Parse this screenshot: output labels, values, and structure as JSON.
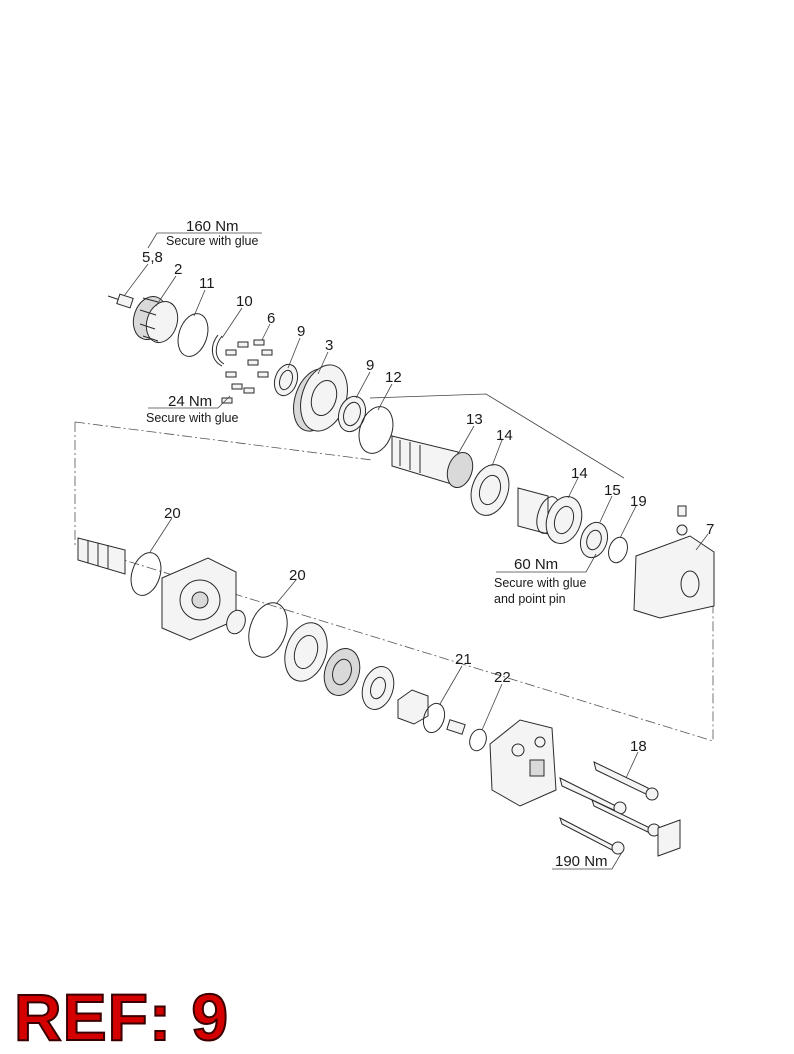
{
  "callouts": {
    "c58": "5,8",
    "c2": "2",
    "c11": "11",
    "c10": "10",
    "c6": "6",
    "c9a": "9",
    "c3": "3",
    "c9b": "9",
    "c12": "12",
    "c13": "13",
    "c14a": "14",
    "c14b": "14",
    "c15": "15",
    "c19": "19",
    "c7": "7",
    "c20a": "20",
    "c20b": "20",
    "c21": "21",
    "c22": "22",
    "c18": "18"
  },
  "torques": {
    "t160": "160 Nm",
    "t24": "24 Nm",
    "t60": "60 Nm",
    "t190": "190 Nm"
  },
  "notes": {
    "n160": "Secure with glue",
    "n24": "Secure with glue",
    "n60a": "Secure with glue",
    "n60b": "and point pin"
  },
  "ref_label": "REF: 9",
  "colors": {
    "ref_label": "#d40000",
    "lines": "#2a2a2a"
  }
}
